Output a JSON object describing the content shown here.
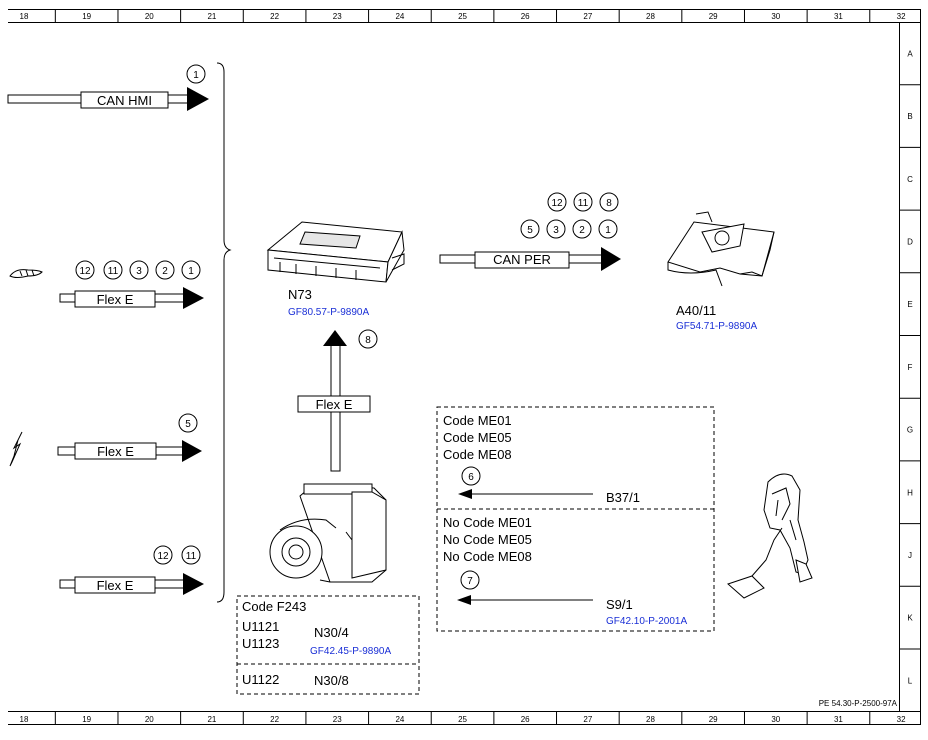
{
  "grid": {
    "columns": [
      "18",
      "19",
      "20",
      "21",
      "22",
      "23",
      "24",
      "25",
      "26",
      "27",
      "28",
      "29",
      "30",
      "31",
      "32"
    ],
    "rows": [
      "A",
      "B",
      "C",
      "D",
      "E",
      "F",
      "G",
      "H",
      "J",
      "K",
      "L"
    ]
  },
  "drawing_number": "PE 54.30-P-2500-97A",
  "bus_labels": {
    "can_hmi": "CAN HMI",
    "flex_e_1": "Flex E",
    "flex_e_2": "Flex E",
    "flex_e_3": "Flex E",
    "flex_e_vertical": "Flex E",
    "can_per": "CAN PER"
  },
  "callouts": {
    "can_hmi": [
      "1"
    ],
    "flex_e_1": [
      "12",
      "11",
      "3",
      "2",
      "1"
    ],
    "flex_e_2": [
      "5"
    ],
    "flex_e_3": [
      "12",
      "11"
    ],
    "flex_e_vertical": [
      "8"
    ],
    "can_per_row1": [
      "12",
      "11",
      "8"
    ],
    "can_per_row2": [
      "5",
      "3",
      "2",
      "1"
    ],
    "me_codes": [
      "6"
    ],
    "no_me_codes": [
      "7"
    ]
  },
  "components": {
    "n73": {
      "label": "N73",
      "ref": "GF80.57-P-9890A"
    },
    "a40_11": {
      "label": "A40/11",
      "ref": "GF54.71-P-9890A"
    },
    "b37_1": {
      "label": "B37/1"
    },
    "s9_1": {
      "label": "S9/1",
      "ref": "GF42.10-P-2001A"
    },
    "n30_4": {
      "label": "N30/4",
      "ref": "GF42.45-P-9890A"
    },
    "n30_8": {
      "label": "N30/8"
    }
  },
  "code_box_f243": {
    "code": "Code F243",
    "variant_a": "U1121",
    "variant_b": "U1123",
    "variant_c": "U1122"
  },
  "code_box_me": {
    "with_codes": [
      "Code ME01",
      "Code ME05",
      "Code ME08"
    ],
    "without_codes": [
      "No Code ME01",
      "No Code ME05",
      "No Code ME08"
    ]
  }
}
